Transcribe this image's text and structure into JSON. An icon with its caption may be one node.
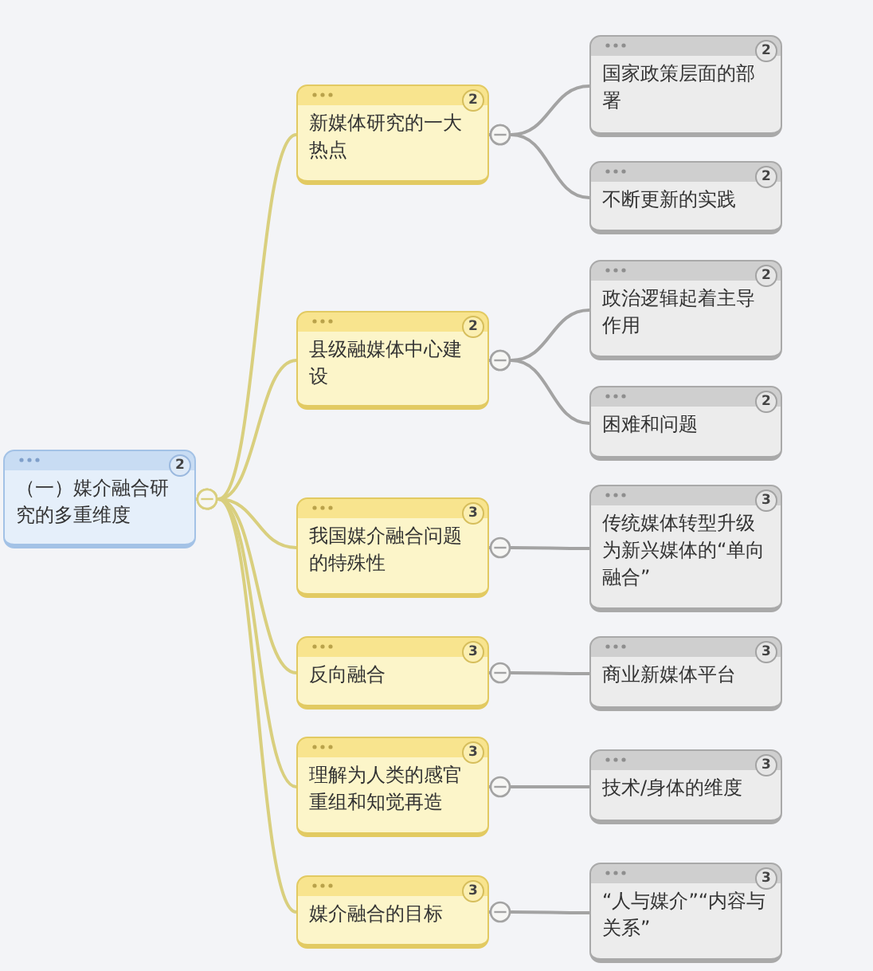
{
  "diagram": {
    "nodes": [
      {
        "text": [
          "2",
          "（一）媒介融合研究的多重维度"
        ]
      },
      {
        "text": [
          "2",
          "新媒体研究的一大热点"
        ]
      },
      {
        "text": [
          "2",
          "国家政策层面的部署"
        ]
      },
      {
        "text": [
          "2",
          "不断更新的实践"
        ]
      },
      {
        "text": [
          "2",
          "县级融媒体中心建设"
        ]
      },
      {
        "text": [
          "2",
          "政治逻辑起着主导作用"
        ]
      },
      {
        "text": [
          "2",
          "困难和问题"
        ]
      },
      {
        "text": [
          "3",
          "我国媒介融合问题的特殊性"
        ]
      },
      {
        "text": [
          "3",
          "传统媒体转型升级为新兴媒体的“单向融合”"
        ]
      },
      {
        "text": [
          "3",
          "反向融合"
        ]
      },
      {
        "text": [
          "3",
          "商业新媒体平台"
        ]
      },
      {
        "text": [
          "3",
          "理解为人类的感官重组和知觉再造"
        ]
      },
      {
        "text": [
          "3",
          "技术/身体的维度"
        ]
      },
      {
        "text": [
          "3",
          "媒介融合的目标"
        ]
      },
      {
        "text": [
          "3",
          "“人与媒介”“内容与关系”"
        ]
      }
    ],
    "edges": [
      {
        "from": 0,
        "to": 1,
        "arrow": "other",
        "color": "#d9cf7e"
      },
      {
        "from": 0,
        "to": 4,
        "arrow": "other",
        "color": "#d9cf7e"
      },
      {
        "from": 0,
        "to": 7,
        "arrow": "other",
        "color": "#d9cf7e"
      },
      {
        "from": 0,
        "to": 9,
        "arrow": "other",
        "color": "#d9cf7e"
      },
      {
        "from": 0,
        "to": 11,
        "arrow": "other",
        "color": "#d9cf7e"
      },
      {
        "from": 0,
        "to": 13,
        "arrow": "other",
        "color": "#d9cf7e"
      },
      {
        "from": 1,
        "to": 2,
        "arrow": "other"
      },
      {
        "from": 1,
        "to": 3,
        "arrow": "other"
      },
      {
        "from": 4,
        "to": 5,
        "arrow": "other"
      },
      {
        "from": 4,
        "to": 6,
        "arrow": "other"
      },
      {
        "from": 7,
        "to": 8,
        "arrow": "other"
      },
      {
        "from": 9,
        "to": 10,
        "arrow": "other"
      },
      {
        "from": 11,
        "to": 12,
        "arrow": "other"
      },
      {
        "from": 13,
        "to": 14,
        "arrow": "other"
      }
    ]
  }
}
